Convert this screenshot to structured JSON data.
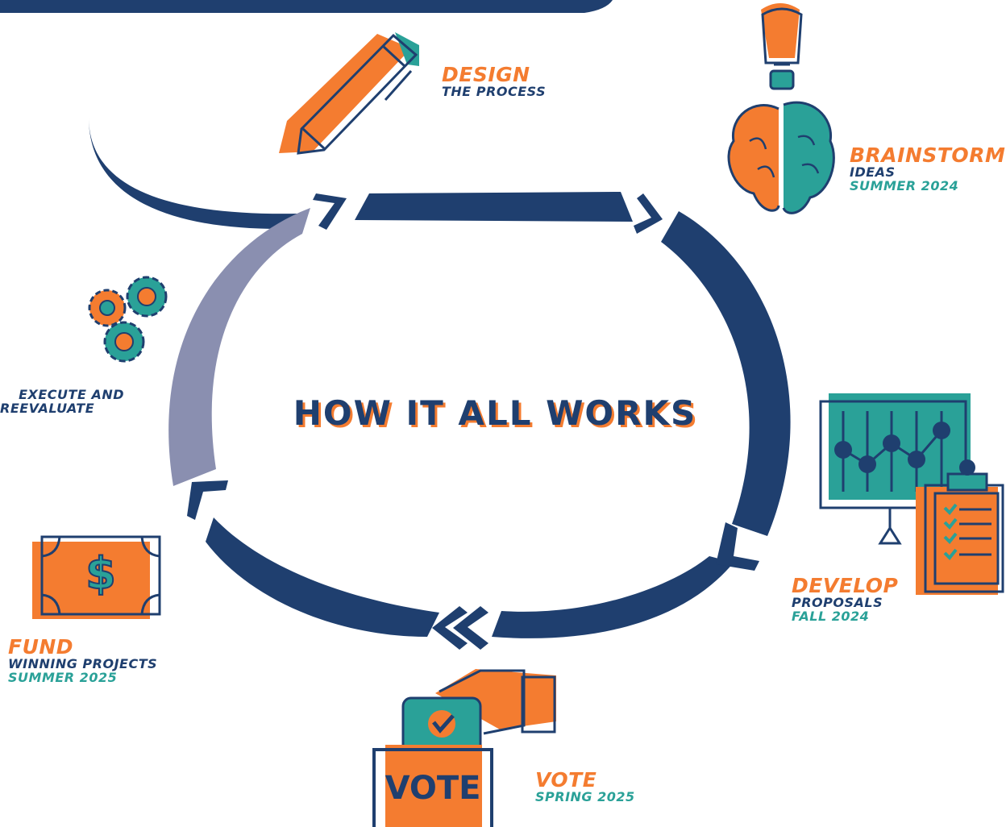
{
  "title": "HOW IT ALL WORKS",
  "colors": {
    "navy": "#1f3f6f",
    "orange": "#f47c30",
    "teal": "#2aa198",
    "lavender": "#8a8fb0"
  },
  "steps": {
    "design": {
      "title": "DESIGN",
      "line1": "THE PROCESS",
      "icon": "pencil-icon"
    },
    "brainstorm": {
      "title": "BRAINSTORM",
      "line1": "IDEAS",
      "date": "SUMMER 2024",
      "icon": "brain-lightbulb-icon"
    },
    "develop": {
      "title": "DEVELOP",
      "line1": "PROPOSALS",
      "date": "FALL 2024",
      "icon": "chart-clipboard-icon"
    },
    "vote": {
      "title": "VOTE",
      "date": "SPRING 2025",
      "icon": "ballot-box-icon",
      "box_label": "VOTE"
    },
    "fund": {
      "title": "FUND",
      "line1": "WINNING PROJECTS",
      "date": "SUMMER 2025",
      "icon": "money-bill-icon",
      "bill_symbol": "$"
    },
    "execute": {
      "line1": "EXECUTE AND",
      "line2": "REEVALUATE",
      "icon": "gears-icon"
    }
  }
}
